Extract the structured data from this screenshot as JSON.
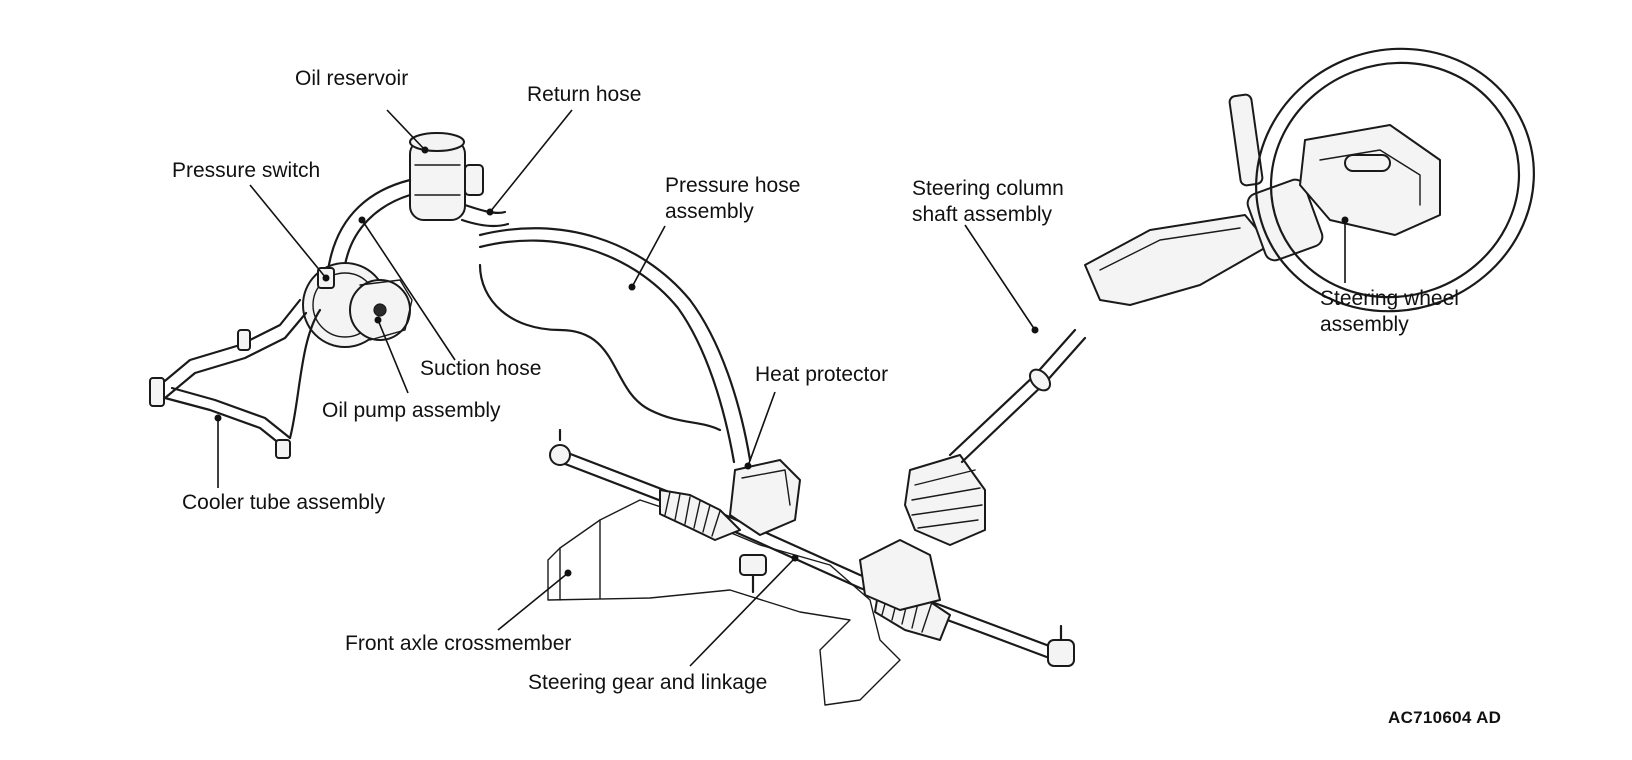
{
  "labels": {
    "oil_reservoir": "Oil reservoir",
    "return_hose": "Return hose",
    "pressure_switch": "Pressure switch",
    "pressure_hose_assembly": "Pressure hose\nassembly",
    "steering_column_shaft_assembly": "Steering column\nshaft assembly",
    "steering_wheel_assembly": "Steering wheel\nassembly",
    "suction_hose": "Suction hose",
    "oil_pump_assembly": "Oil pump assembly",
    "heat_protector": "Heat protector",
    "cooler_tube_assembly": "Cooler tube assembly",
    "front_axle_crossmember": "Front axle crossmember",
    "steering_gear_and_linkage": "Steering gear and linkage"
  },
  "figure_code": "AC710604 AD",
  "colors": {
    "ink": "#111111",
    "background": "#ffffff"
  }
}
